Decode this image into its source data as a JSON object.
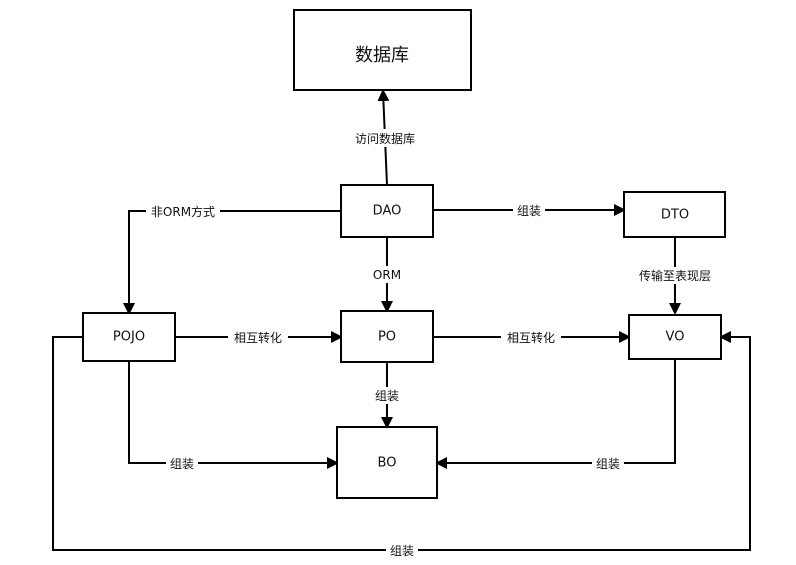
{
  "nodes": {
    "database": "数据库",
    "dao": "DAO",
    "dto": "DTO",
    "pojo": "POJO",
    "po": "PO",
    "vo": "VO",
    "bo": "BO"
  },
  "edges": {
    "dao_to_database": "访问数据库",
    "dao_to_pojo": "非ORM方式",
    "dao_to_dto": "组装",
    "dao_to_po": "ORM",
    "dto_to_vo": "传输至表现层",
    "pojo_po": "相互转化",
    "po_vo": "相互转化",
    "po_to_bo": "组装",
    "pojo_bo": "组装",
    "vo_bo": "组装",
    "pojo_vo_bottom": "组装"
  },
  "colors": {
    "line": "#000000",
    "node_border": "#000000",
    "background": "#ffffff"
  }
}
